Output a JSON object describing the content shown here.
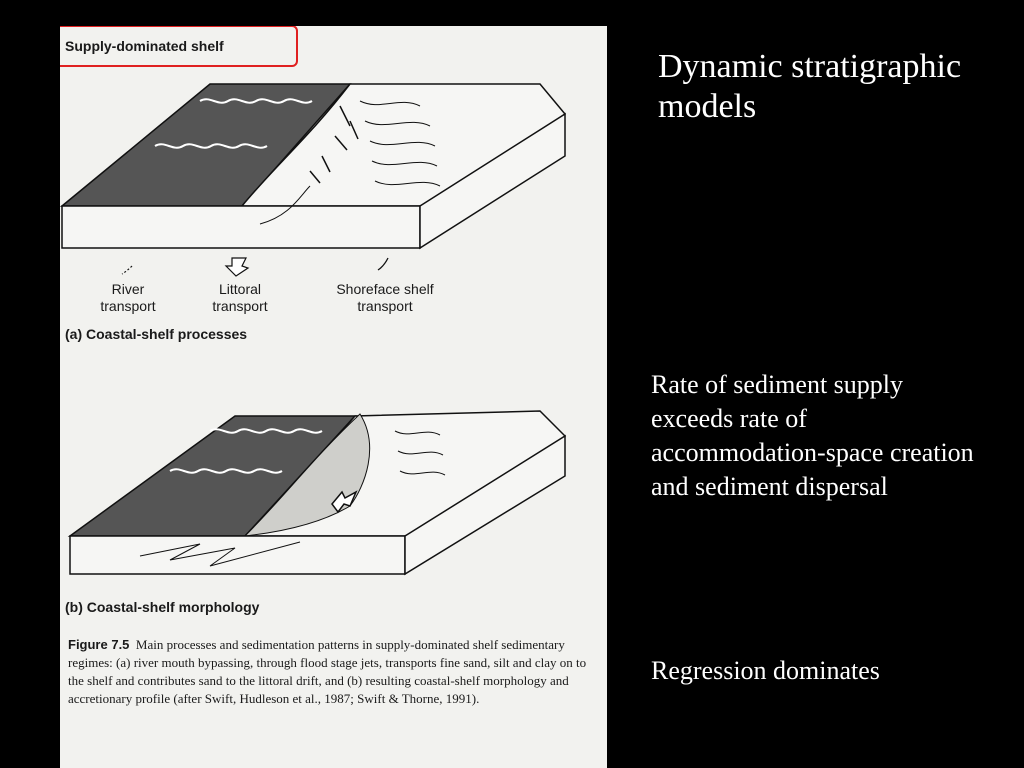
{
  "slide": {
    "title": "Dynamic stratigraphic models",
    "body": "Rate of sediment supply exceeds rate of accommodation-space creation and sediment dispersal",
    "note": "Regression dominates"
  },
  "figure": {
    "header": "Supply-dominated shelf",
    "legend": [
      {
        "line1": "River",
        "line2": "transport"
      },
      {
        "line1": "Littoral",
        "line2": "transport"
      },
      {
        "line1": "Shoreface shelf",
        "line2": "transport"
      }
    ],
    "panel_a": "(a)  Coastal-shelf processes",
    "panel_b": "(b)  Coastal-shelf morphology",
    "caption_label": "Figure 7.5",
    "caption_text": "Main processes and sedimentation patterns in supply-dominated shelf sedimentary regimes: (a) river mouth bypassing, through flood stage jets, transports fine sand, silt and clay on to the shelf and contributes sand to the littoral drift, and (b) resulting coastal-shelf morphology and accretionary profile (after Swift, Hudleson et al., 1987; Swift & Thorne, 1991).",
    "highlight_color": "#e02020"
  }
}
